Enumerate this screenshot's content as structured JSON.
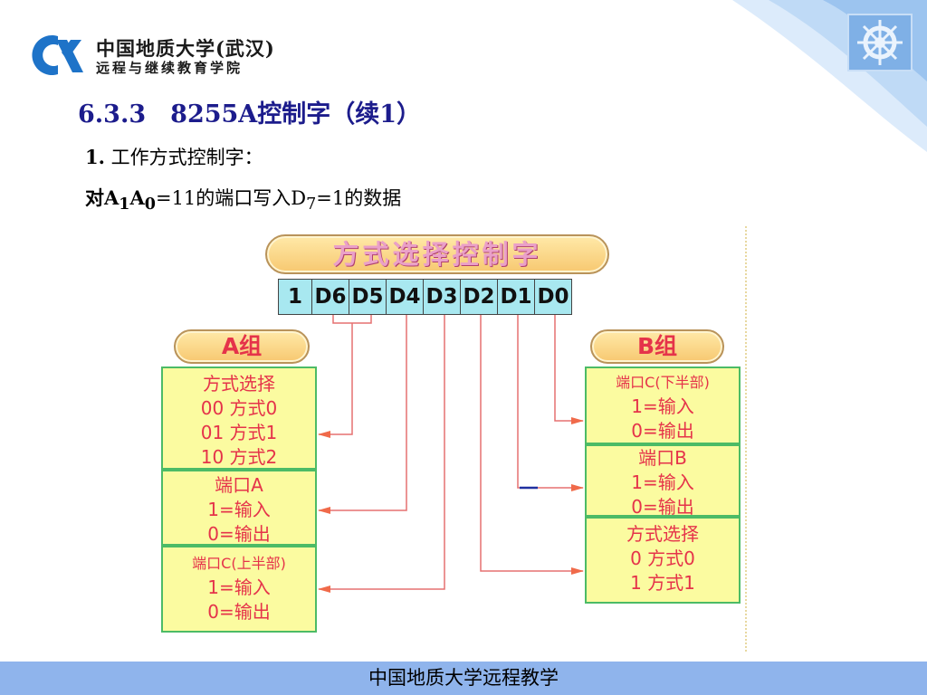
{
  "header": {
    "logo_line1": "中国地质大学(武汉)",
    "logo_line2": "远程与继续教育学院"
  },
  "title": "6.3.3　8255A控制字（续1）",
  "subtitle1": {
    "num": "1.",
    "text": "工作方式控制字："
  },
  "subtitle2": {
    "p1": "对A",
    "s1": "1",
    "p2": "A",
    "s2": "0",
    "p3": "=11的端口写入D",
    "s3": "7",
    "p4": "=1的数据"
  },
  "diagram": {
    "main_label": "方式选择控制字",
    "bits": [
      "1",
      "D6",
      "D5",
      "D4",
      "D3",
      "D2",
      "D1",
      "D0"
    ],
    "group_a_label": "A组",
    "group_b_label": "B组",
    "group_a": {
      "mode": {
        "title": "方式选择",
        "l1": "00  方式0",
        "l2": "01  方式1",
        "l3": "10  方式2"
      },
      "port_a": {
        "title": "端口A",
        "l1": "1=输入",
        "l2": "0=输出"
      },
      "port_c_upper": {
        "title": "端口C(上半部)",
        "l1": "1=输入",
        "l2": "0=输出"
      }
    },
    "group_b": {
      "port_c_lower": {
        "title": "端口C(下半部)",
        "l1": "1=输入",
        "l2": "0=输出"
      },
      "port_b": {
        "title": "端口B",
        "l1": "1=输入",
        "l2": "0=输出"
      },
      "mode": {
        "title": "方式选择",
        "l1": "0  方式0",
        "l2": "1  方式1"
      }
    }
  },
  "footer": "中国地质大学远程教学",
  "colors": {
    "title": "#1c1c8c",
    "box_text": "#e5334a",
    "box_fill": "#fbfba0",
    "bit_fill": "#a8e8f0",
    "footer_bg": "#8fb4ec",
    "arrow": "#f06a4a"
  }
}
